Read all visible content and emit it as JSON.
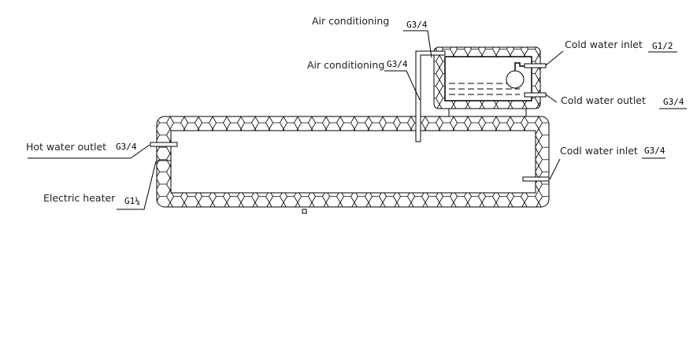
{
  "labels": {
    "air_conditioning_top": {
      "text": "Air conditioning",
      "code": "G3/4"
    },
    "air_conditioning_mid": {
      "text": "Air conditioning",
      "code": "G3/4"
    },
    "cold_water_inlet": {
      "text": "Cold water inlet",
      "code": "G1/2"
    },
    "cold_water_outlet": {
      "text": "Cold water outlet",
      "code": "G3/4"
    },
    "codl_water_inlet": {
      "text": "Codl water inlet",
      "code": "G3/4"
    },
    "hot_water_outlet": {
      "text": "Hot water outlet",
      "code": "G3/4"
    },
    "electric_heater": {
      "text": "Electric heater",
      "code": "G1¼"
    }
  }
}
